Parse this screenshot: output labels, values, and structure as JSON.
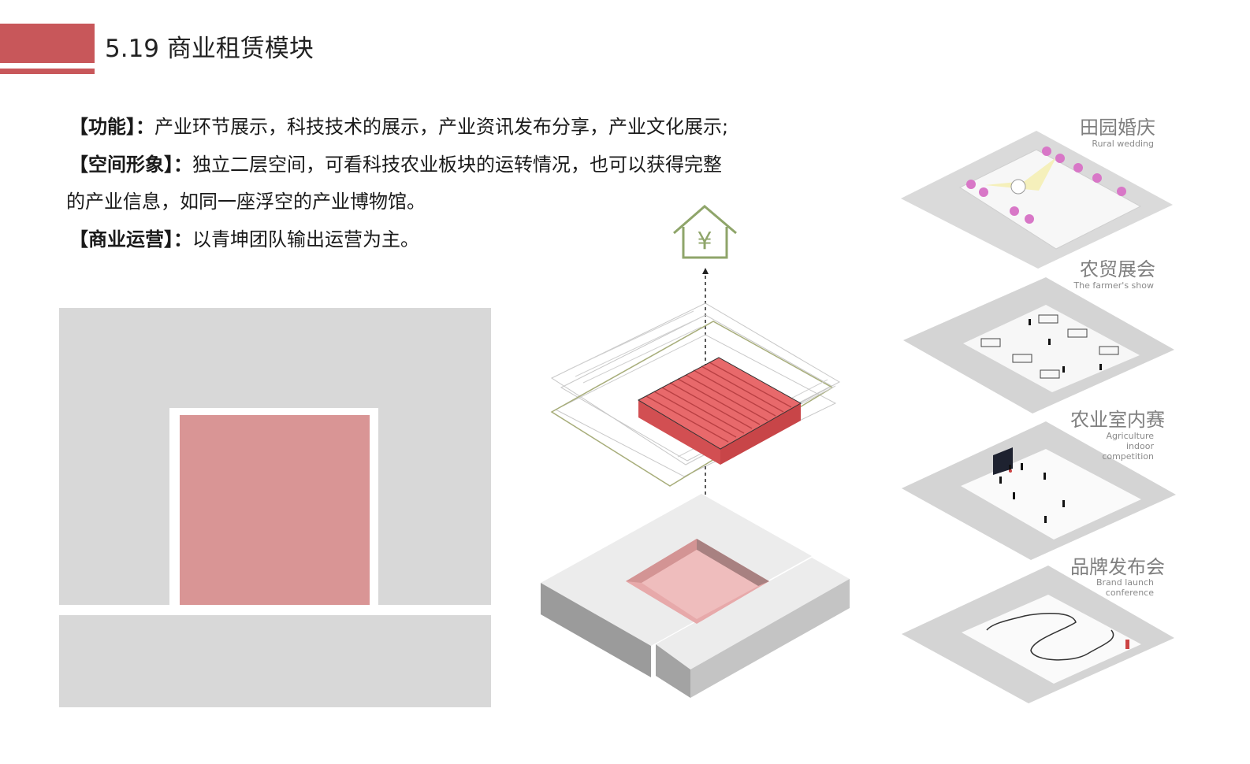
{
  "header": {
    "title": "5.19 商业租赁模块",
    "accent_color": "#c8575a"
  },
  "description": {
    "function_label": "【功能】：",
    "function_text": "产业环节展示，科技技术的展示，产业资讯发布分享，产业文化展示;",
    "space_label": "【空间形象】：",
    "space_text_line1": "独立二层空间，可看科技农业板块的运转情况，也可以获得完整",
    "space_text_line2": "的产业信息，如同一座浮空的产业博物馆。",
    "business_label": "【商业运营】：",
    "business_text": "以青坤团队输出运营为主。"
  },
  "plan": {
    "highlight_color": "#d99595",
    "block_color": "#d8d8d8"
  },
  "axon": {
    "house_icon": "yuan-house-icon",
    "house_symbol": "¥",
    "roof_color": "#e8696b"
  },
  "layers": [
    {
      "title": "田园婚庆",
      "subtitle": "Rural wedding"
    },
    {
      "title": "农贸展会",
      "subtitle": "The farmer's show"
    },
    {
      "title": "农业室内赛",
      "subtitle": "Agriculture\nindoor\ncompetition"
    },
    {
      "title": "品牌发布会",
      "subtitle": "Brand launch\nconference"
    }
  ]
}
